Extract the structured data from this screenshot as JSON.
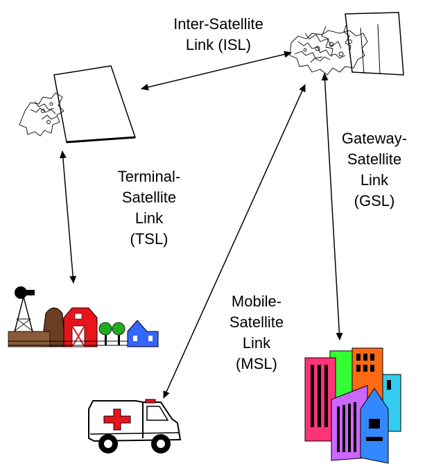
{
  "links": {
    "isl": [
      "Inter-Satellite",
      "Link (ISL)"
    ],
    "gsl": [
      "Gateway-",
      "Satellite",
      "Link",
      "(GSL)"
    ],
    "tsl": [
      "Terminal-",
      "Satellite",
      "Link",
      "(TSL)"
    ],
    "msl": [
      "Mobile-",
      "Satellite",
      "Link",
      "(MSL)"
    ]
  },
  "colors": {
    "barn": "#e8141c",
    "house": "#3366ff",
    "trees": "#22aa22",
    "silo": "#7a4a2a",
    "ambulance_cross": "#e8141c",
    "building_pink": "#ff3377",
    "building_orange": "#ff6a13",
    "building_purple": "#cc66ff",
    "building_cyan": "#33ccee",
    "building_green": "#33ff33",
    "building_blue": "#3388ff"
  }
}
